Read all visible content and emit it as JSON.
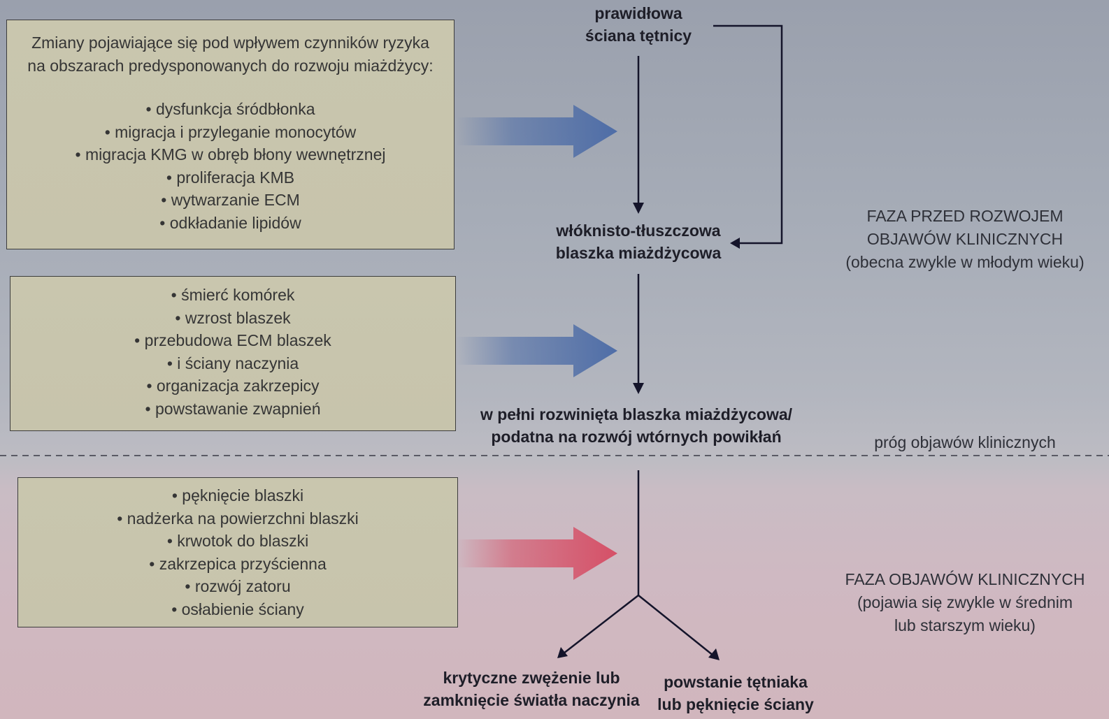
{
  "box_1": {
    "intro": [
      "Zmiany pojawiające się pod wpływem czynników ryzyka",
      "na obszarach predysponowanych do rozwoju miażdżycy:"
    ],
    "items": [
      "dysfunkcja śródbłonka",
      "migracja i przyleganie monocytów",
      "migracja KMG w obręb błony wewnętrznej",
      "proliferacja KMB",
      "wytwarzanie ECM",
      "odkładanie lipidów"
    ]
  },
  "box_2": {
    "items": [
      "śmierć komórek",
      "wzrost blaszek",
      "przebudowa ECM blaszek",
      "i ściany naczynia",
      "organizacja zakrzepicy",
      "powstawanie zwapnień"
    ]
  },
  "box_3": {
    "items": [
      "pęknięcie blaszki",
      "nadżerka na powierzchni blaszki",
      "krwotok do blaszki",
      "zakrzepica przyścienna",
      "rozwój zatoru",
      "osłabienie ściany"
    ]
  },
  "nodes": {
    "normal_wall": [
      "prawidłowa",
      "ściana tętnicy"
    ],
    "fibrofatty_plaque": [
      "włóknisto-tłuszczowa",
      "blaszka miażdżycowa"
    ],
    "developed_plaque": [
      "w pełni rozwinięta blaszka miażdżycowa/",
      "podatna na rozwój wtórnych powikłań"
    ],
    "stenosis": [
      "krytyczne zwężenie lub",
      "zamknięcie światła naczynia"
    ],
    "aneurysm": [
      "powstanie tętniaka",
      "lub pęknięcie ściany"
    ]
  },
  "phases": {
    "preclinical": [
      "FAZA PRZED ROZWOJEM",
      "OBJAWÓW KLINICZNYCH",
      "(obecna zwykle w młodym wieku)"
    ],
    "threshold": "próg objawów klinicznych",
    "clinical": [
      "FAZA OBJAWÓW KLINICZNYCH",
      "(pojawia się zwykle w średnim",
      "lub starszym wieku)"
    ]
  },
  "colors": {
    "blue_arrow": "#4a6aa6",
    "red_arrow": "#d64a62",
    "flow_line": "#14142a",
    "box_fill": "#c8c5ad"
  }
}
